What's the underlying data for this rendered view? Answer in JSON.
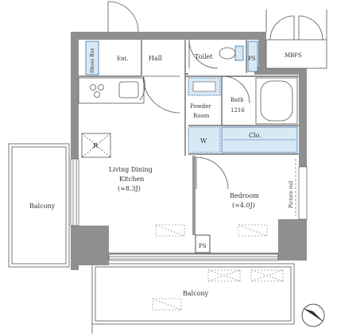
{
  "colors": {
    "wall": "#8f8f8f",
    "fixture_fill": "#d7e9f5",
    "fixture_stroke": "#3a6fa8",
    "line": "#555555",
    "background": "#ffffff"
  },
  "rooms": {
    "shoes_box": "Shoes Box",
    "entrance": "Ent.",
    "hall": "Hall",
    "toilet": "Toilet",
    "ps_upper": "PS",
    "mbps": "MBPS",
    "powder_room_line1": "Powder",
    "powder_room_line2": "Room",
    "bath_line1": "Bath",
    "bath_line2": "1216",
    "washer": "W",
    "closet": "Clo.",
    "refrigerator": "R",
    "ldk_line1": "Living Dining",
    "ldk_line2": "Kitchen",
    "ldk_size": "(≈8.3J)",
    "bedroom": "Bedroom",
    "bedroom_size": "(≈4.0J)",
    "picture_rail": "Picture rail",
    "balcony_side": "Balcony",
    "ps_lower": "PS",
    "balcony_bottom": "Balcony"
  },
  "icons": {
    "compass": "north-arrow-icon"
  }
}
